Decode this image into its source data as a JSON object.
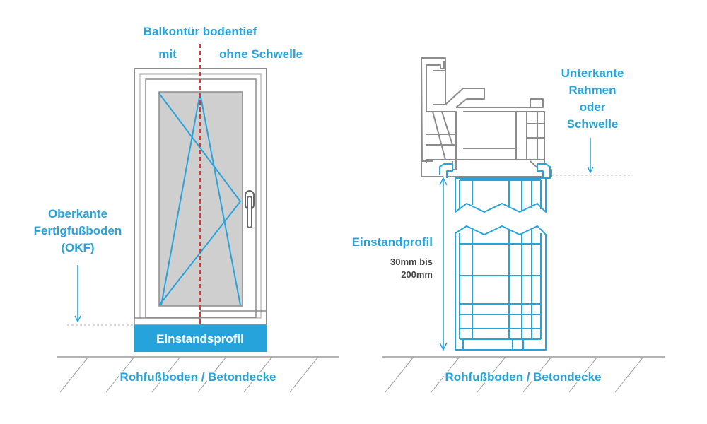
{
  "colors": {
    "accent": "#27a3dc",
    "red_dashed": "#e1342f",
    "frame_grey": "#8c8c8c",
    "glass": "#cfcfcf",
    "text_dark": "#444444"
  },
  "left": {
    "title": "Balkontür bodentief",
    "mit": "mit",
    "ohne": "ohne Schwelle",
    "okf_lines": [
      "Oberkante",
      "Fertigfußboden",
      "(OKF)"
    ],
    "profile_label": "Einstandsprofil",
    "floor_label": "Rohfußboden / Betondecke"
  },
  "right": {
    "edge_lines": [
      "Unterkante",
      "Rahmen",
      "oder",
      "Schwelle"
    ],
    "profile_label": "Einstandprofil",
    "size_lines": [
      "30mm bis",
      "200mm"
    ],
    "floor_label": "Rohfußboden / Betondecke"
  }
}
